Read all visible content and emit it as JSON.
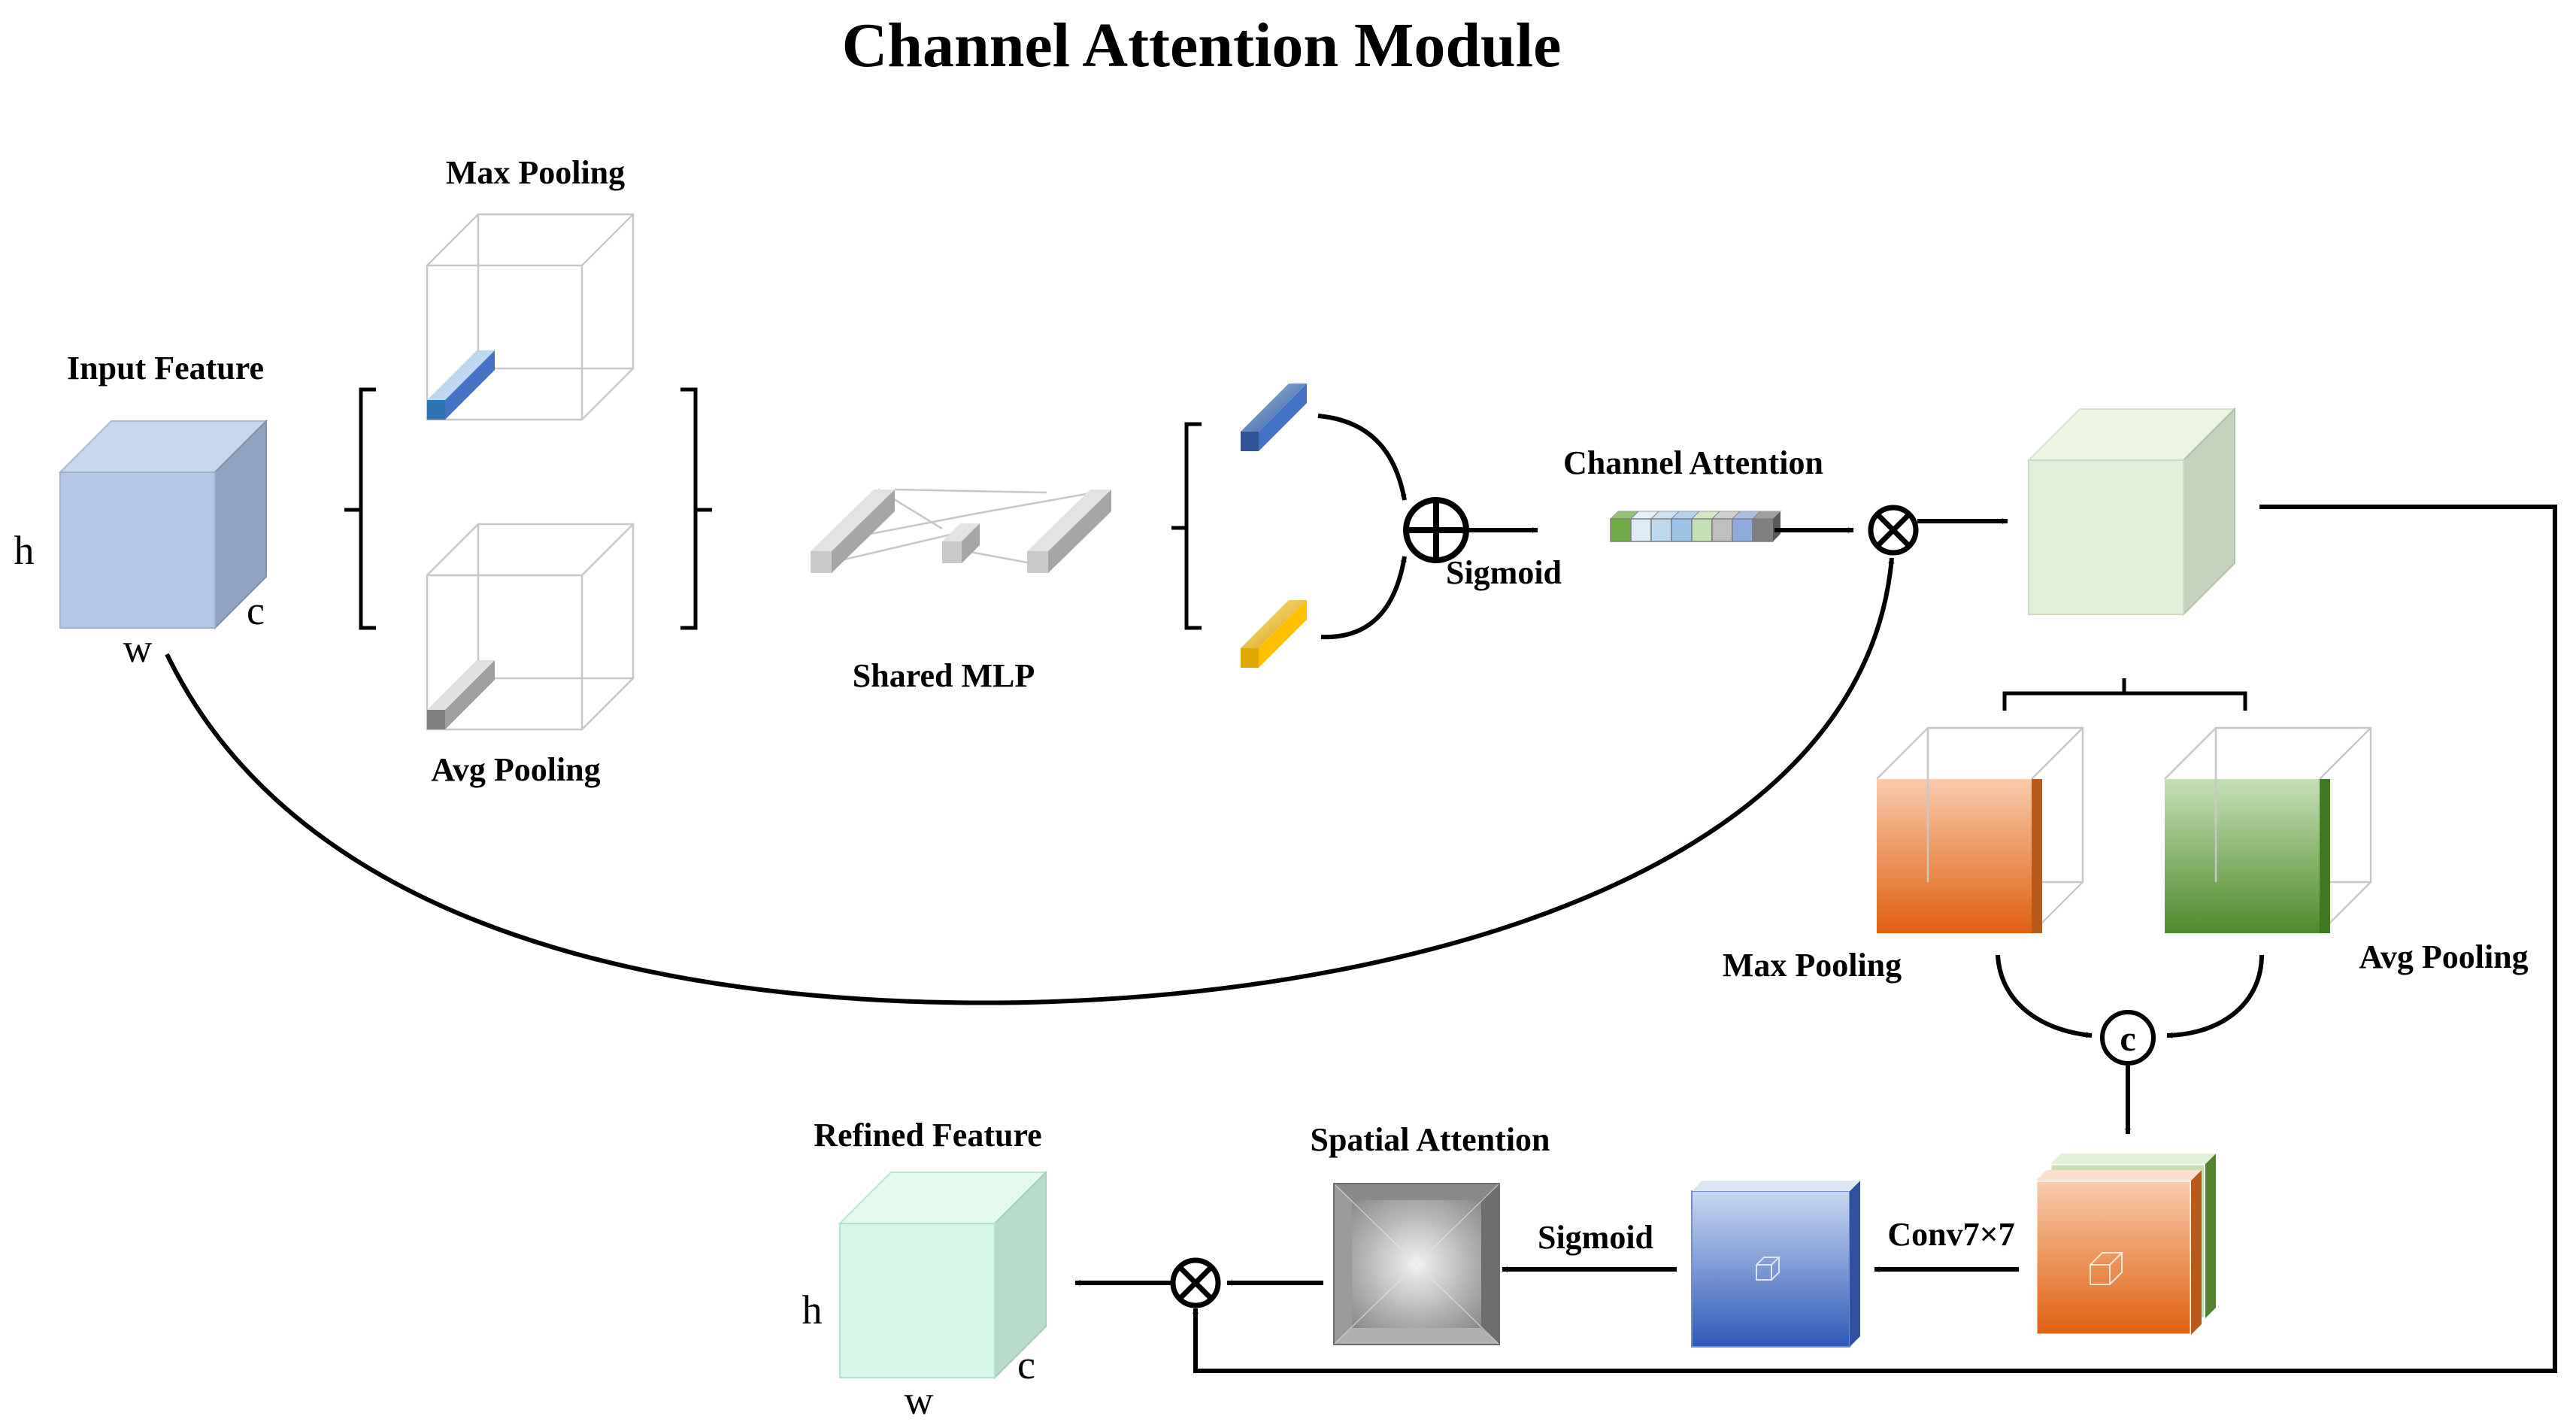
{
  "title": "Channel Attention Module",
  "labels": {
    "input_feature": "Input Feature",
    "max_pooling_top": "Max Pooling",
    "avg_pooling_top": "Avg Pooling",
    "shared_mlp": "Shared MLP",
    "sigmoid_channel": "Sigmoid",
    "channel_attention": "Channel Attention",
    "max_pooling_spatial": "Max Pooling",
    "avg_pooling_spatial": "Avg Pooling",
    "spatial_attention": "Spatial Attention",
    "sigmoid_spatial": "Sigmoid",
    "conv": "Conv7×7",
    "refined_feature": "Refined Feature",
    "concat_symbol": "c"
  },
  "dimensions": {
    "input": {
      "h": "h",
      "w": "w",
      "c": "c"
    },
    "refined": {
      "h": "h",
      "w": "w",
      "c": "c"
    }
  },
  "colors": {
    "input_cube": "#b4c7e7",
    "max_pool_bar": "#4472c4",
    "avg_pool_bar": "#ffc000",
    "mlp_gray": "#bfbfbf",
    "channel_refined_cube": "#e2f0d9",
    "max_pool_orange": "#ed7d31",
    "avg_pool_green": "#70ad47",
    "conv_blue": "#4472c4",
    "spatial_gray": "#a6a6a6",
    "refined_cube": "#d4f7e8"
  },
  "channel_attention_vector_colors": [
    "#70ad47",
    "#deebf7",
    "#bdd7ee",
    "#9dc3e6",
    "#c5e0b4",
    "#bfbfbf",
    "#8faadc",
    "#7f7f7f"
  ],
  "icons": {
    "element_sum": "circle-plus-icon",
    "element_multiply": "circle-times-icon",
    "concat": "concat-icon"
  }
}
